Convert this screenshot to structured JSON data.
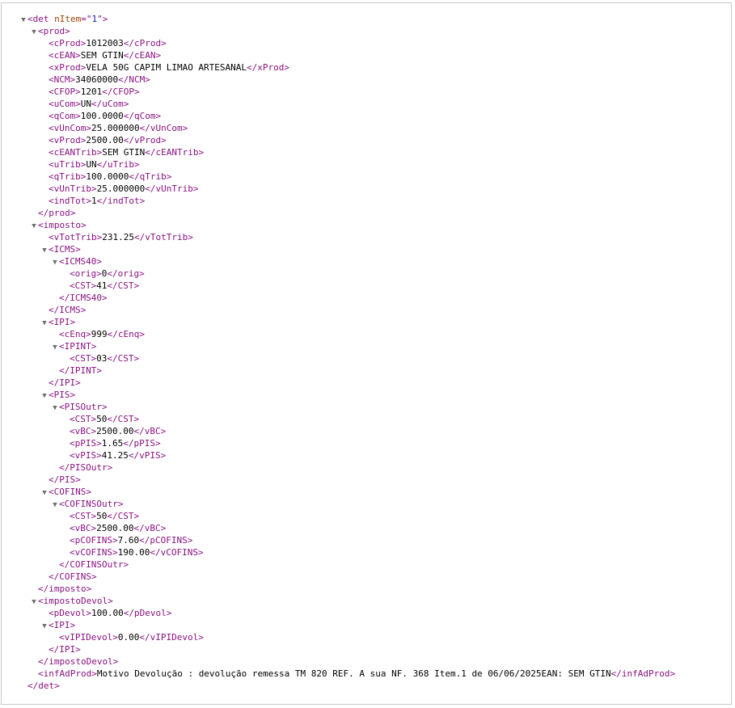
{
  "nodes": [
    {
      "d": 0,
      "k": "open",
      "tag": "det",
      "attr": "nItem",
      "val": "1"
    },
    {
      "d": 1,
      "k": "open",
      "tag": "prod"
    },
    {
      "d": 2,
      "k": "leaf",
      "tag": "cProd",
      "text": "1012003"
    },
    {
      "d": 2,
      "k": "leaf",
      "tag": "cEAN",
      "text": "SEM GTIN"
    },
    {
      "d": 2,
      "k": "leaf",
      "tag": "xProd",
      "text": "VELA 50G CAPIM LIMAO ARTESANAL"
    },
    {
      "d": 2,
      "k": "leaf",
      "tag": "NCM",
      "text": "34060000"
    },
    {
      "d": 2,
      "k": "leaf",
      "tag": "CFOP",
      "text": "1201"
    },
    {
      "d": 2,
      "k": "leaf",
      "tag": "uCom",
      "text": "UN"
    },
    {
      "d": 2,
      "k": "leaf",
      "tag": "qCom",
      "text": "100.0000"
    },
    {
      "d": 2,
      "k": "leaf",
      "tag": "vUnCom",
      "text": "25.000000"
    },
    {
      "d": 2,
      "k": "leaf",
      "tag": "vProd",
      "text": "2500.00"
    },
    {
      "d": 2,
      "k": "leaf",
      "tag": "cEANTrib",
      "text": "SEM GTIN"
    },
    {
      "d": 2,
      "k": "leaf",
      "tag": "uTrib",
      "text": "UN"
    },
    {
      "d": 2,
      "k": "leaf",
      "tag": "qTrib",
      "text": "100.0000"
    },
    {
      "d": 2,
      "k": "leaf",
      "tag": "vUnTrib",
      "text": "25.000000"
    },
    {
      "d": 2,
      "k": "leaf",
      "tag": "indTot",
      "text": "1"
    },
    {
      "d": 1,
      "k": "close",
      "tag": "prod"
    },
    {
      "d": 1,
      "k": "open",
      "tag": "imposto"
    },
    {
      "d": 2,
      "k": "leaf",
      "tag": "vTotTrib",
      "text": "231.25"
    },
    {
      "d": 2,
      "k": "open",
      "tag": "ICMS"
    },
    {
      "d": 3,
      "k": "open",
      "tag": "ICMS40"
    },
    {
      "d": 4,
      "k": "leaf",
      "tag": "orig",
      "text": "0"
    },
    {
      "d": 4,
      "k": "leaf",
      "tag": "CST",
      "text": "41"
    },
    {
      "d": 3,
      "k": "close",
      "tag": "ICMS40"
    },
    {
      "d": 2,
      "k": "close",
      "tag": "ICMS"
    },
    {
      "d": 2,
      "k": "open",
      "tag": "IPI"
    },
    {
      "d": 3,
      "k": "leaf",
      "tag": "cEnq",
      "text": "999"
    },
    {
      "d": 3,
      "k": "open",
      "tag": "IPINT"
    },
    {
      "d": 4,
      "k": "leaf",
      "tag": "CST",
      "text": "03"
    },
    {
      "d": 3,
      "k": "close",
      "tag": "IPINT"
    },
    {
      "d": 2,
      "k": "close",
      "tag": "IPI"
    },
    {
      "d": 2,
      "k": "open",
      "tag": "PIS"
    },
    {
      "d": 3,
      "k": "open",
      "tag": "PISOutr"
    },
    {
      "d": 4,
      "k": "leaf",
      "tag": "CST",
      "text": "50"
    },
    {
      "d": 4,
      "k": "leaf",
      "tag": "vBC",
      "text": "2500.00"
    },
    {
      "d": 4,
      "k": "leaf",
      "tag": "pPIS",
      "text": "1.65"
    },
    {
      "d": 4,
      "k": "leaf",
      "tag": "vPIS",
      "text": "41.25"
    },
    {
      "d": 3,
      "k": "close",
      "tag": "PISOutr"
    },
    {
      "d": 2,
      "k": "close",
      "tag": "PIS"
    },
    {
      "d": 2,
      "k": "open",
      "tag": "COFINS"
    },
    {
      "d": 3,
      "k": "open",
      "tag": "COFINSOutr"
    },
    {
      "d": 4,
      "k": "leaf",
      "tag": "CST",
      "text": "50"
    },
    {
      "d": 4,
      "k": "leaf",
      "tag": "vBC",
      "text": "2500.00"
    },
    {
      "d": 4,
      "k": "leaf",
      "tag": "pCOFINS",
      "text": "7.60"
    },
    {
      "d": 4,
      "k": "leaf",
      "tag": "vCOFINS",
      "text": "190.00"
    },
    {
      "d": 3,
      "k": "close",
      "tag": "COFINSOutr"
    },
    {
      "d": 2,
      "k": "close",
      "tag": "COFINS"
    },
    {
      "d": 1,
      "k": "close",
      "tag": "imposto"
    },
    {
      "d": 1,
      "k": "open",
      "tag": "impostoDevol"
    },
    {
      "d": 2,
      "k": "leaf",
      "tag": "pDevol",
      "text": "100.00"
    },
    {
      "d": 2,
      "k": "open",
      "tag": "IPI"
    },
    {
      "d": 3,
      "k": "leaf",
      "tag": "vIPIDevol",
      "text": "0.00"
    },
    {
      "d": 2,
      "k": "close",
      "tag": "IPI"
    },
    {
      "d": 1,
      "k": "close",
      "tag": "impostoDevol"
    },
    {
      "d": 1,
      "k": "leaf",
      "tag": "infAdProd",
      "text": "Motivo Devolução : devolução remessa TM 820 REF. A sua NF. 368 Item.1 de 06/06/2025EAN: SEM GTIN"
    },
    {
      "d": 0,
      "k": "close",
      "tag": "det"
    }
  ],
  "colors": {
    "tag": "#881280",
    "attr_name": "#994500",
    "attr_value": "#1a1aa6",
    "toggle": "#6e6e6e"
  },
  "toggle_icon": "triangle-down-icon"
}
